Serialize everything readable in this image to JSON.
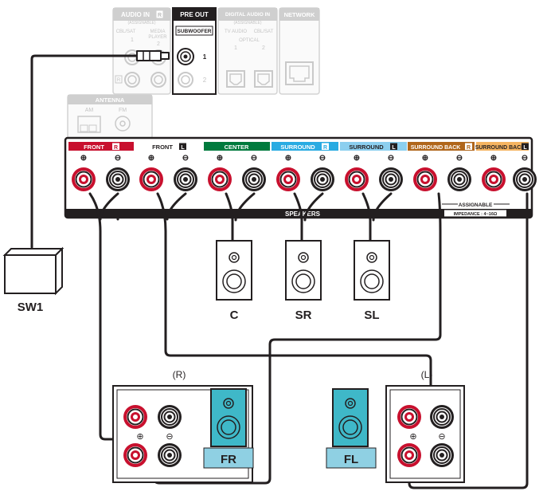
{
  "panel_top": {
    "audio_in": {
      "title": "AUDIO IN",
      "badge": "R",
      "sub": "(ASSIGNABLE)",
      "col1": "CBL/SAT",
      "col2a": "MEDIA",
      "col2b": "PLAYER",
      "num1": "1",
      "num2": "2",
      "left_mark": "R"
    },
    "pre_out": {
      "title": "PRE OUT",
      "sub": "SUBWOOFER",
      "num1": "1",
      "num2": "2"
    },
    "digital_audio_in": {
      "title": "DIGITAL AUDIO IN",
      "sub": "(ASSIGNABLE)",
      "col1": "TV AUDIO",
      "col2": "CBL/SAT",
      "optical": "OPTICAL",
      "num1": "1",
      "num2": "2"
    },
    "network": {
      "title": "NETWORK"
    },
    "antenna": {
      "title": "ANTENNA",
      "am": "AM",
      "fm": "FM"
    }
  },
  "speaker_panel": {
    "channels": [
      {
        "label": "FRONT",
        "badge": "R",
        "color": "#c8102e"
      },
      {
        "label": "FRONT",
        "badge": "L",
        "color": "#ffffff"
      },
      {
        "label": "CENTER",
        "badge": "",
        "color": "#007a3d"
      },
      {
        "label": "SURROUND",
        "badge": "R",
        "color": "#29abe2"
      },
      {
        "label": "SURROUND",
        "badge": "L",
        "color": "#8ccfef"
      },
      {
        "label": "SURROUND BACK",
        "badge": "R",
        "color": "#b0661b"
      },
      {
        "label": "SURROUND BACK",
        "badge": "L",
        "color": "#f5b461"
      }
    ],
    "plus_symbol": "⊕",
    "minus_symbol": "⊖",
    "assignable": "ASSIGNABLE",
    "speakers_label": "SPEAKERS",
    "impedance": "IMPEDANCE : 4~16Ω"
  },
  "devices": {
    "subwoofer": "SW1",
    "center": "C",
    "surround_right": "SR",
    "surround_left": "SL",
    "front_right": "FR",
    "front_left": "FL",
    "right_mark": "(R)",
    "left_mark": "(L)",
    "plus_symbol": "⊕",
    "minus_symbol": "⊖"
  },
  "colors": {
    "speaker_red": "#c8102e",
    "front_speaker_fill": "#3fb8c8",
    "label_bg": "#8fd0e3",
    "panel_dark": "#231f20"
  }
}
